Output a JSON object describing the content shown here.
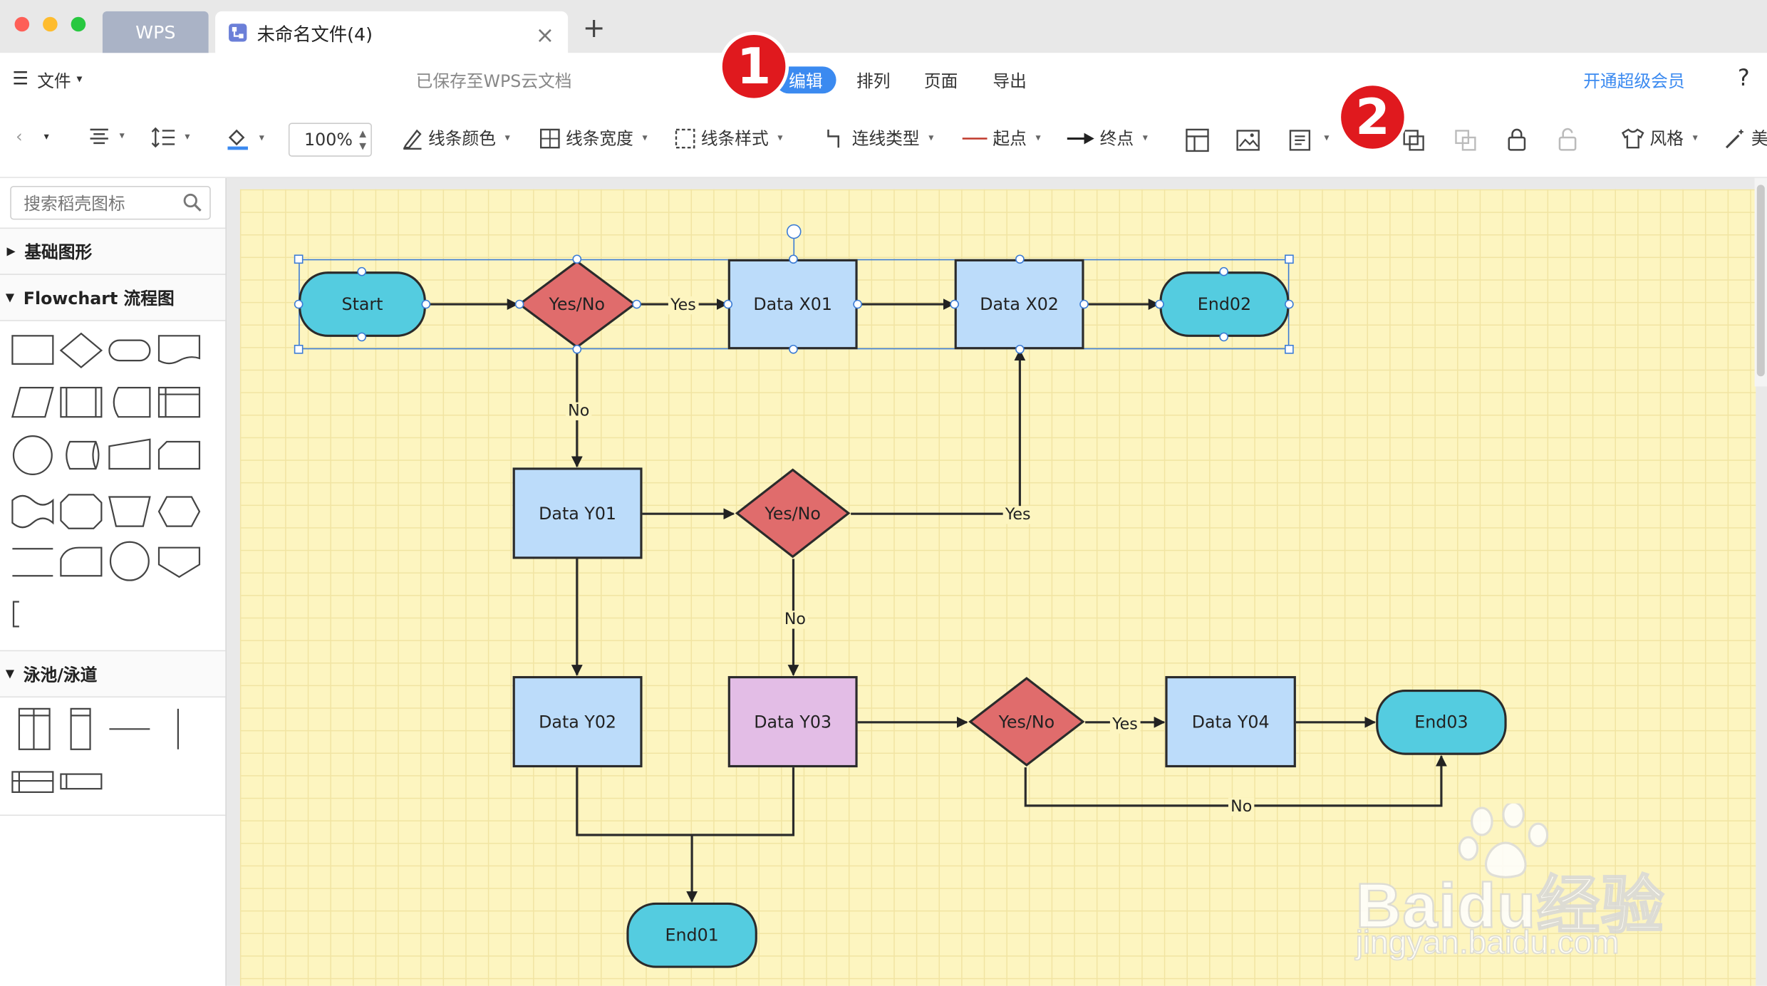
{
  "tabs": {
    "wps": "WPS",
    "document": "未命名文件(4)",
    "new_tab": "+"
  },
  "menu": {
    "file": "文件",
    "saved_status": "已保存至WPS云文档",
    "center_tabs": [
      "编辑",
      "排列",
      "页面",
      "导出"
    ],
    "vip": "开通超级会员",
    "help": "?"
  },
  "toolbar": {
    "zoom": "100%",
    "line_color": "线条颜色",
    "line_width": "线条宽度",
    "line_style": "线条样式",
    "connector_type": "连线类型",
    "start_point": "起点",
    "end_point": "终点",
    "style": "风格",
    "beautify": "美"
  },
  "sidebar": {
    "search_placeholder": "搜索稻壳图标",
    "sections": [
      "基础图形",
      "Flowchart 流程图",
      "泳池/泳道"
    ]
  },
  "flowchart": {
    "nodes": {
      "start": "Start",
      "d1": "Yes/No",
      "x01": "Data X01",
      "x02": "Data X02",
      "end02": "End02",
      "y01": "Data Y01",
      "d2": "Yes/No",
      "y02": "Data Y02",
      "y03": "Data Y03",
      "d3": "Yes/No",
      "y04": "Data Y04",
      "end03": "End03",
      "end01": "End01"
    },
    "edge_labels": {
      "d1_yes": "Yes",
      "d1_no": "No",
      "d2_yes": "Yes",
      "d2_no": "No",
      "d3_yes": "Yes",
      "d3_no": "No"
    }
  },
  "annotations": {
    "badge1": "1",
    "badge2": "2"
  },
  "watermark": {
    "logo": "Baidu经验",
    "url": "jingyan.baidu.com"
  },
  "colors": {
    "canvas_bg": "#fdf5c0",
    "rect_fill": "#bcdcfa",
    "terminal_fill": "#54cce0",
    "decision_fill": "#e06c6c",
    "highlight_fill": "#e3bde6",
    "accent": "#3b8af0",
    "badge": "#e0191e"
  }
}
